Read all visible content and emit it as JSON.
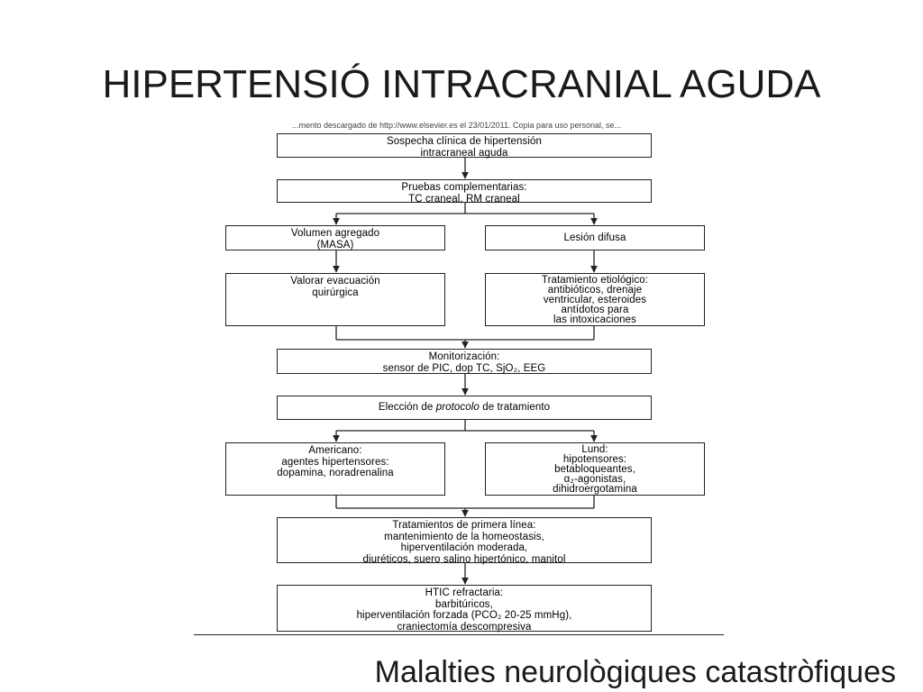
{
  "slide": {
    "title": "HIPERTENSIÓ INTRACRANIAL AGUDA",
    "footer": "Malalties neurològiques catastròfiques"
  },
  "source_strip": "...mento descargado de http://www.elsevier.es el 23/01/2011. Copia para uso personal, se...",
  "boxes": {
    "sospecha": [
      "Sospecha clínica de hipertensión",
      "intracraneal aguda"
    ],
    "pruebas": [
      "Pruebas complementarias:",
      "TC craneal, RM craneal"
    ],
    "volumen": [
      "Volumen agregado",
      "(MASA)"
    ],
    "lesion": [
      "Lesión difusa"
    ],
    "valorar": [
      "Valorar evacuación",
      "quirúrgica"
    ],
    "tratamiento_etiologico": [
      "Tratamiento etiológico:",
      "antibióticos, drenaje",
      "ventricular, esteroides",
      "antídotos para",
      "las intoxicaciones"
    ],
    "monitorizacion": [
      "Monitorización:",
      "sensor de PIC, dop TC, SjO₂, EEG"
    ],
    "eleccion": {
      "before": "Elección de ",
      "italic": "protocolo",
      "after": " de tratamiento"
    },
    "americano": [
      "Americano:",
      "agentes hipertensores:",
      "dopamina, noradrenalina"
    ],
    "lund": [
      "Lund:",
      "hipotensores:",
      "betabloqueantes,",
      "α₂-agonistas,",
      "dihidroergotamina"
    ],
    "primera_linea": [
      "Tratamientos de primera línea:",
      "mantenimiento de la homeostasis,",
      "hiperventilación moderada,",
      "diuréticos, suero salino hipertónico, manitol"
    ],
    "htic": [
      "HTIC refractaria:",
      "barbitúricos,",
      "hiperventilación forzada (PCO₂ 20-25 mmHg),",
      "craniectomía descompresiva"
    ]
  }
}
